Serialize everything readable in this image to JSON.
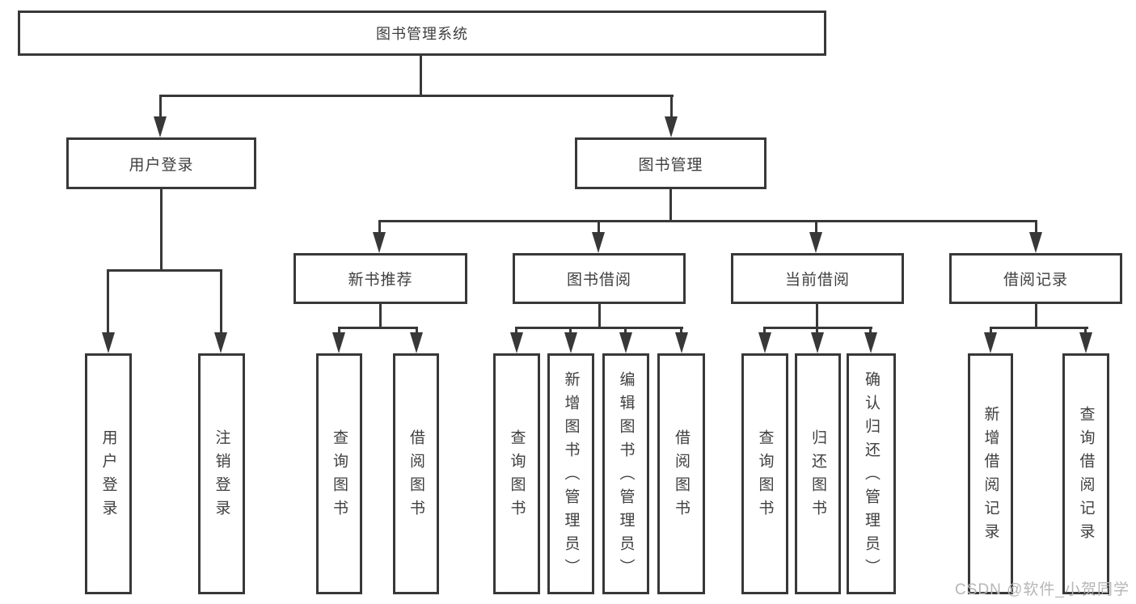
{
  "diagram": {
    "root": {
      "label": "图书管理系统"
    },
    "level2": [
      {
        "label": "用户登录"
      },
      {
        "label": "图书管理"
      }
    ],
    "level3": [
      {
        "label": "新书推荐"
      },
      {
        "label": "图书借阅"
      },
      {
        "label": "当前借阅"
      },
      {
        "label": "借阅记录"
      }
    ],
    "leaves": {
      "user": [
        "用户登录",
        "注销登录"
      ],
      "newbook": [
        "查询图书",
        "借阅图书"
      ],
      "borrow": [
        "查询图书",
        "新增图书（管理员）",
        "编辑图书（管理员）",
        "借阅图书"
      ],
      "current": [
        "查询图书",
        "归还图书",
        "确认归还（管理员）"
      ],
      "records": [
        "新增借阅记录",
        "查询借阅记录"
      ]
    }
  },
  "watermark": {
    "text": "CSDN @软件_小贺同学"
  },
  "colors": {
    "line": "#383838",
    "text": "#3f3f3f",
    "watermark": "#b6b6b6",
    "background": "#ffffff"
  }
}
